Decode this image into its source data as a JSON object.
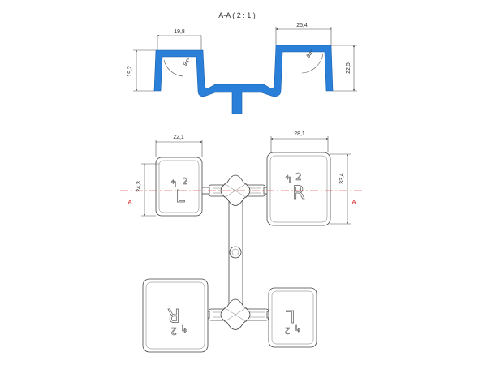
{
  "section": {
    "title": "A-A ( 2 : 1 )",
    "dims": {
      "left_width": "19,8",
      "right_width": "25,4",
      "left_height": "19,2",
      "right_height": "22,5",
      "left_angle": "94°",
      "right_angle": "94°"
    }
  },
  "plan": {
    "section_marker": "A",
    "dims": {
      "tl_width": "22,1",
      "tl_height": "24,3",
      "tr_width": "28,1",
      "tr_height": "33,4"
    },
    "keys": {
      "top_left": {
        "letter": "L",
        "sup": "2",
        "arrow": "↰"
      },
      "top_right": {
        "letter": "R",
        "sup": "2",
        "arrow": "↰"
      },
      "bottom_left": {
        "letter": "R",
        "sup": "2",
        "arrow": "↰"
      },
      "bottom_right": {
        "letter": "L",
        "sup": "2",
        "arrow": "↰"
      }
    }
  },
  "colors": {
    "section_fill": "#2a7fd9",
    "section_line": "#d01818"
  }
}
